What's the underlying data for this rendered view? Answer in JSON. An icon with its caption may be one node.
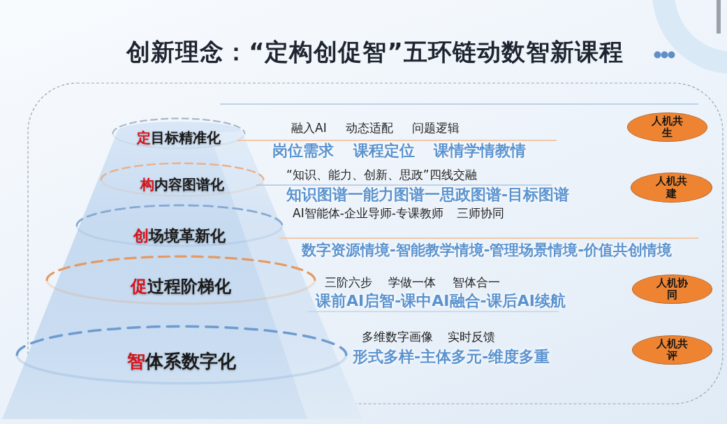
{
  "diagram": {
    "title": "创新理念：“定构创促智”五环链动数智新课程",
    "nodes": [
      {
        "text": [
          "定目标精准化"
        ],
        "beside": [
          "融入AI 动态适配 问题逻辑",
          "岗位需求 课程定位 课情学情教情"
        ]
      },
      {
        "text": [
          "人机共生"
        ]
      },
      {
        "text": [
          "构内容图谱化"
        ],
        "beside": [
          "“知识、能力、创新、思政”四线交融",
          "知识图谱一能力图谱一思政图谱-目标图谱"
        ]
      },
      {
        "text": [
          "人机共建"
        ]
      },
      {
        "text": [
          "创场境革新化"
        ],
        "beside": [
          "AI智能体-企业导师-专课教师 三师协同"
        ]
      },
      {
        "text": [
          "促过程阶梯化"
        ],
        "beside": [
          "三阶六步 学做一体 智体合一",
          "课前AI启智-课中AI融合-课后AI续航"
        ]
      },
      {
        "text": [
          "人机协同"
        ]
      },
      {
        "text": [
          "智体系数字化"
        ],
        "beside": [
          "多维数字画像 实时反馈",
          "形式多样-主体多元-维度多重"
        ]
      },
      {
        "text": [
          "人机共评"
        ]
      }
    ],
    "labels": [
      "数字资源情境-智能教学情境-管理场景情境-价值共创情境"
    ]
  }
}
